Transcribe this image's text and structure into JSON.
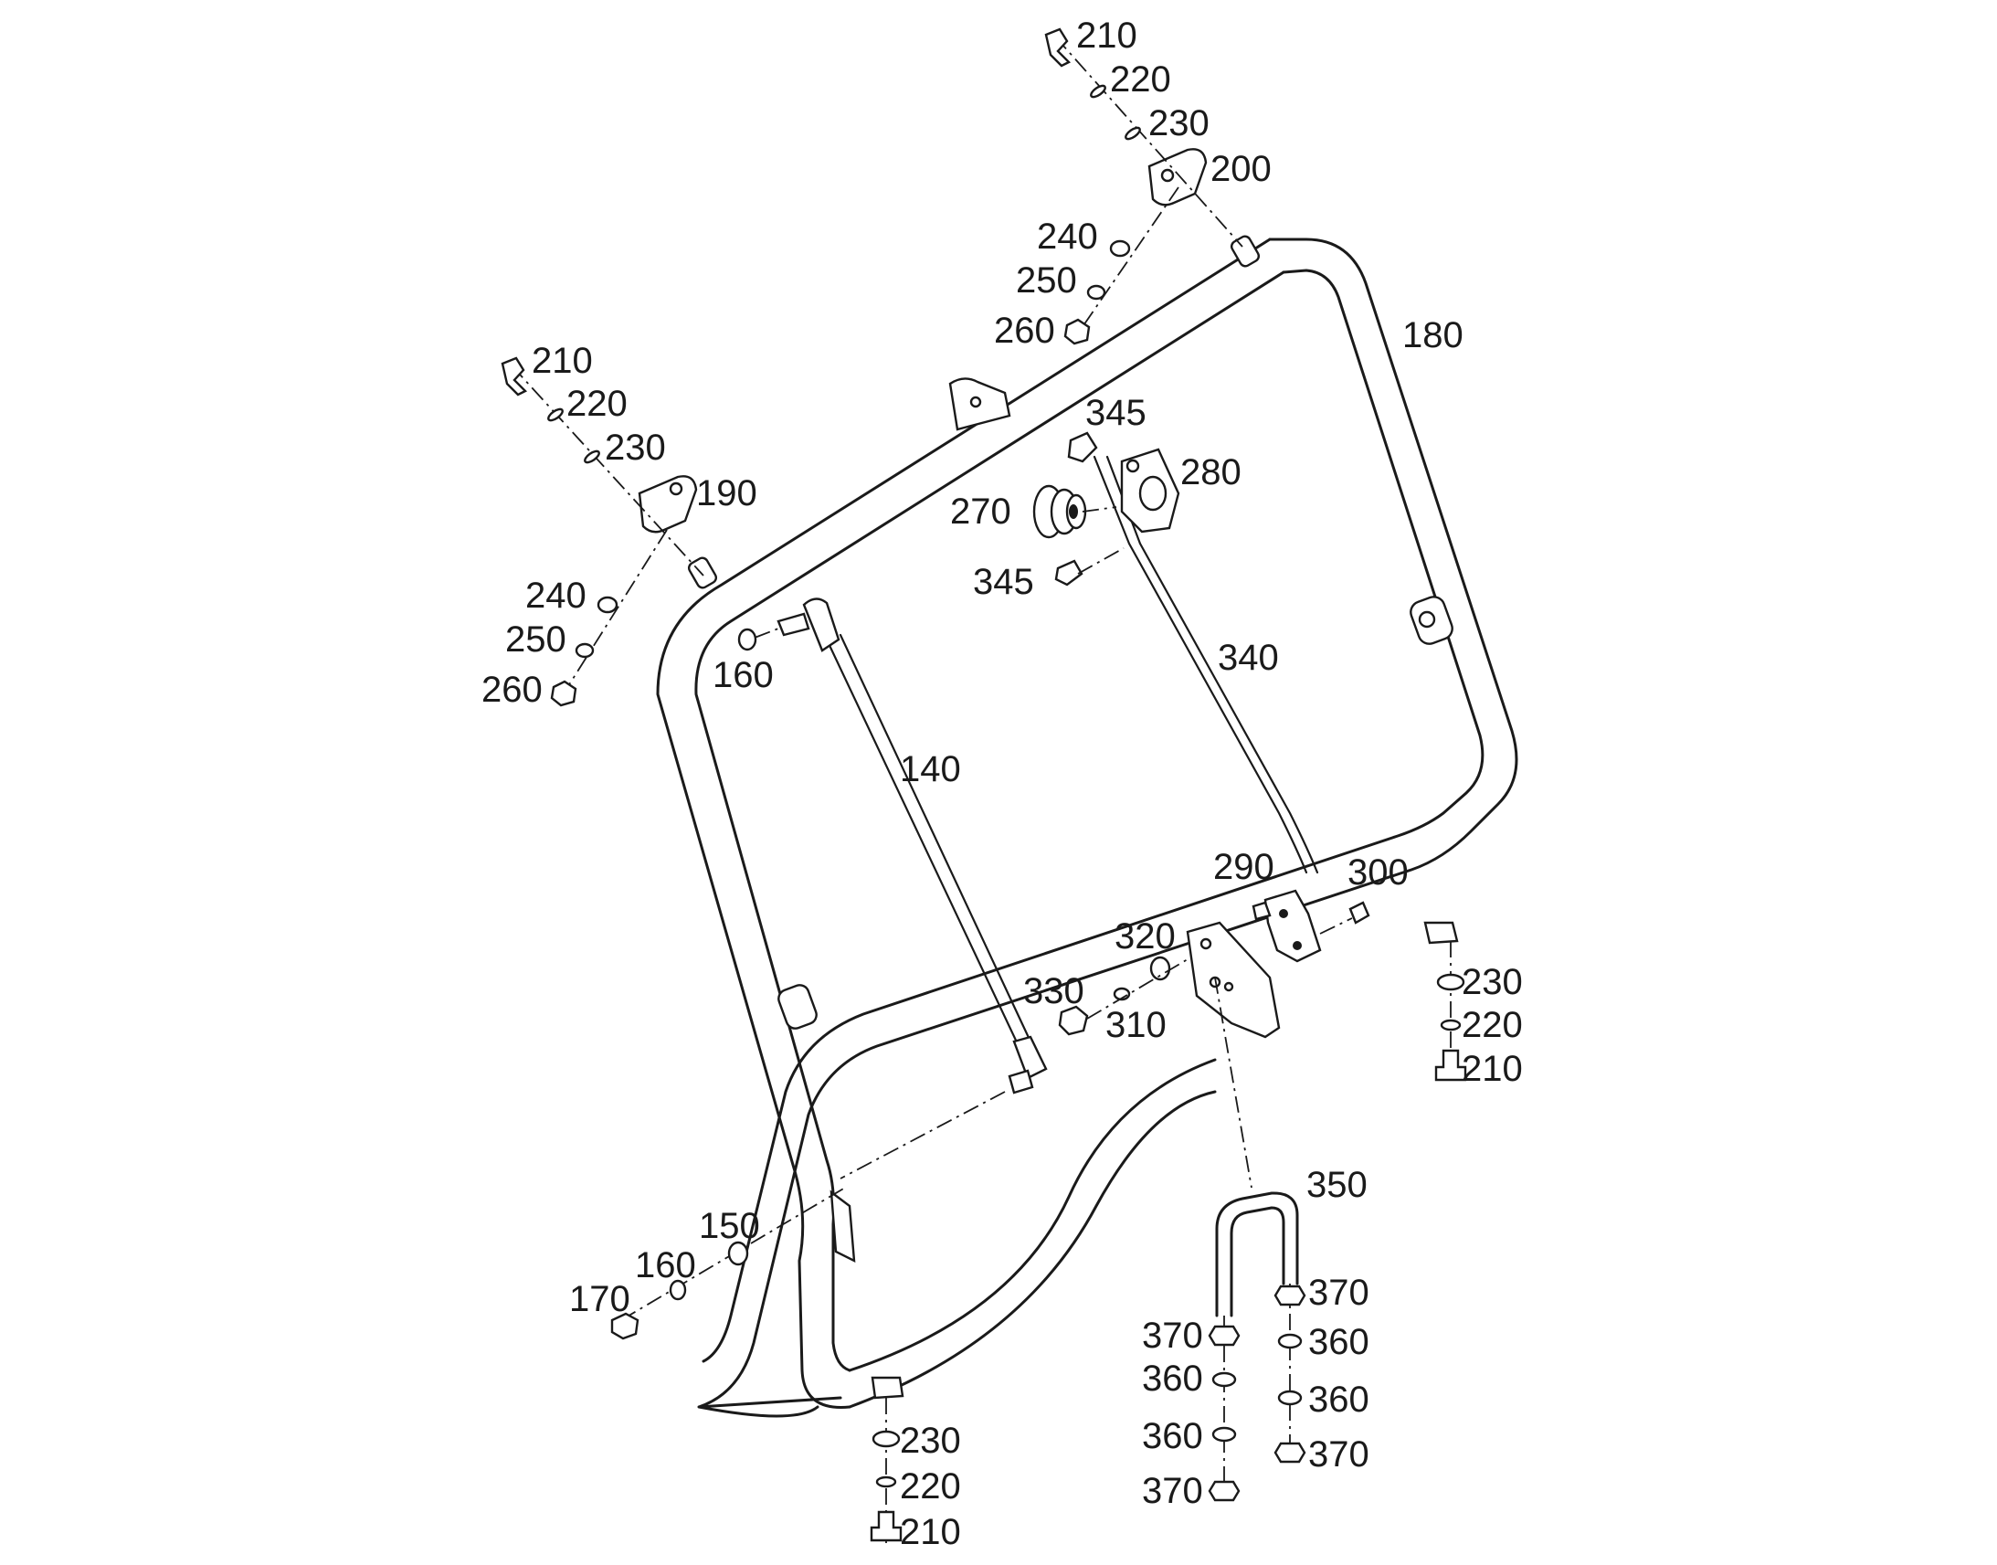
{
  "diagram": {
    "labels": {
      "l210a": "210",
      "l220a": "220",
      "l230a": "230",
      "l200": "200",
      "l240a": "240",
      "l250a": "250",
      "l260a": "260",
      "l180": "180",
      "l210b": "210",
      "l220b": "220",
      "l230b": "230",
      "l190": "190",
      "l240b": "240",
      "l250b": "250",
      "l260b": "260",
      "l345a": "345",
      "l280": "280",
      "l270": "270",
      "l345b": "345",
      "l160a": "160",
      "l340": "340",
      "l140": "140",
      "l290": "290",
      "l300": "300",
      "l320": "320",
      "l230c": "230",
      "l220c": "220",
      "l210c": "210",
      "l330": "330",
      "l310": "310",
      "l350": "350",
      "l150": "150",
      "l160b": "160",
      "l170": "170",
      "l370a": "370",
      "l370b": "370",
      "l360a": "360",
      "l360b": "360",
      "l360c": "360",
      "l360d": "360",
      "l370c": "370",
      "l370d": "370",
      "l230d": "230",
      "l220d": "220",
      "l210d": "210"
    }
  }
}
